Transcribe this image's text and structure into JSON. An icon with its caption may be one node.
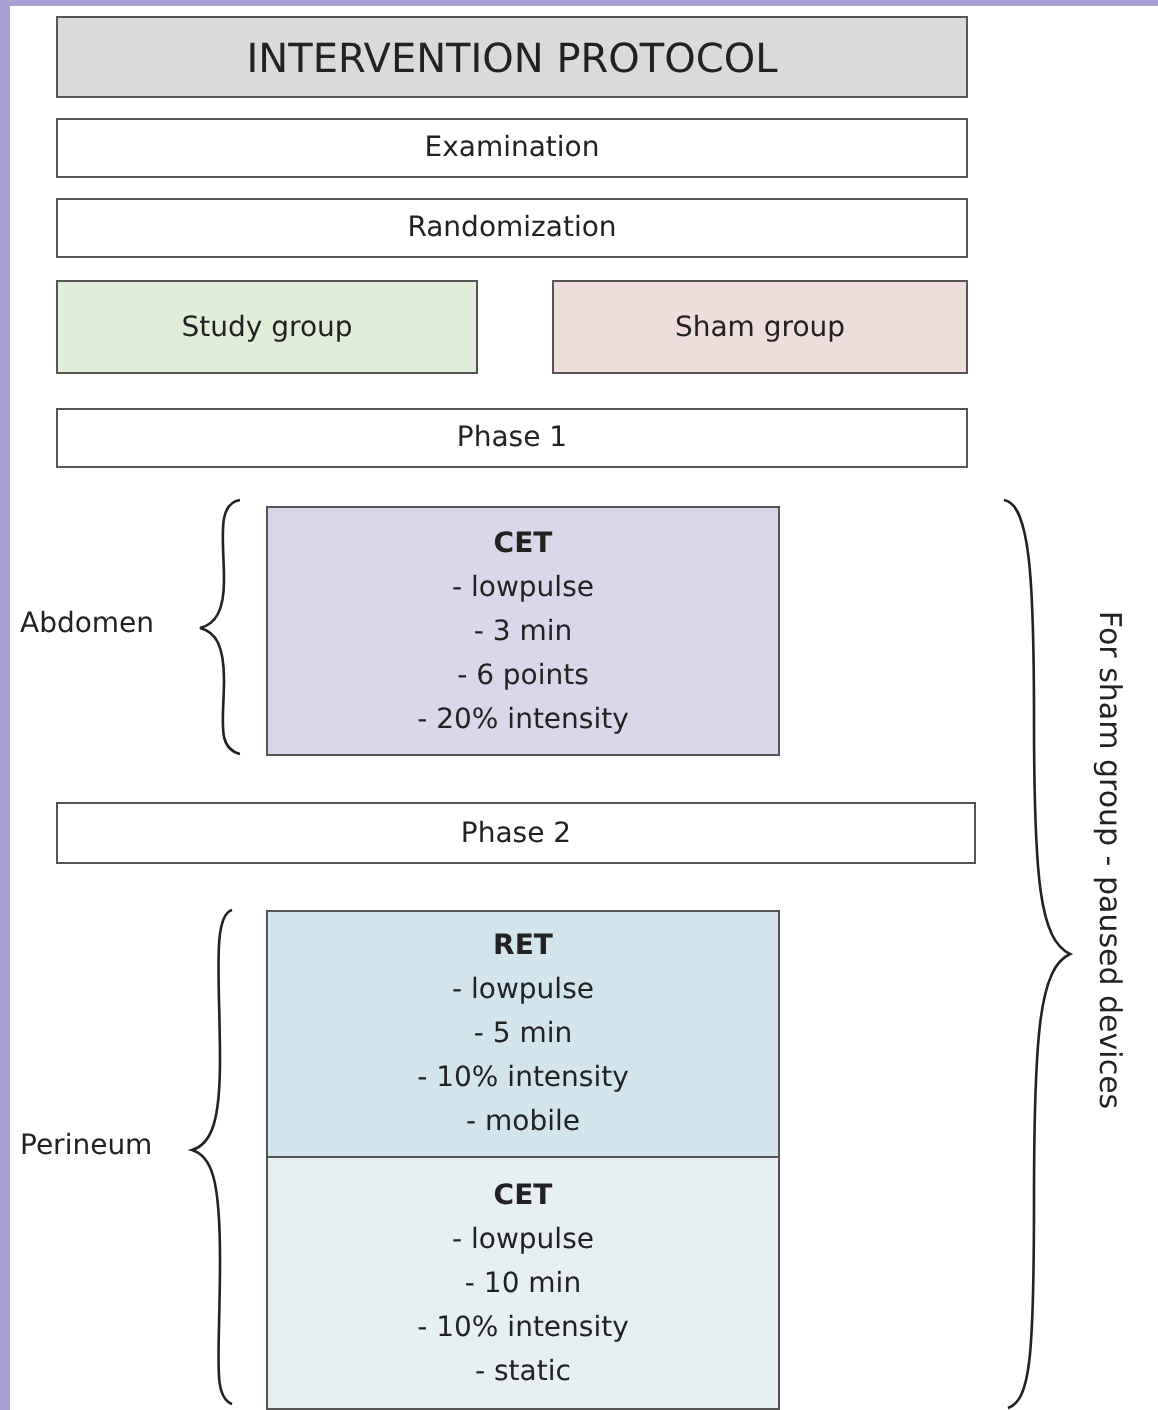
{
  "diagram": {
    "nodes": [
      {
        "text": [
          "INTERVENTION PROTOCOL"
        ]
      },
      {
        "text": [
          "Examination"
        ]
      },
      {
        "text": [
          "Randomization"
        ]
      },
      {
        "text": [
          "Study group"
        ]
      },
      {
        "text": [
          "Sham group"
        ]
      },
      {
        "text": [
          "Phase 1"
        ]
      },
      {
        "text": [
          "CET",
          "- lowpulse",
          "- 3 min",
          "- 6 points",
          "- 20% intensity"
        ]
      },
      {
        "text": [
          "Phase 2"
        ]
      },
      {
        "text": [
          "RET",
          "- lowpulse",
          "- 5 min",
          "- 10% intensity",
          "- mobile"
        ]
      },
      {
        "text": [
          "CET",
          "- lowpulse",
          "- 10 min",
          "- 10% intensity",
          "- static"
        ]
      }
    ],
    "edges": [],
    "labels": [
      "Abdomen",
      "Perineum",
      "For sham group - paused devices"
    ]
  }
}
